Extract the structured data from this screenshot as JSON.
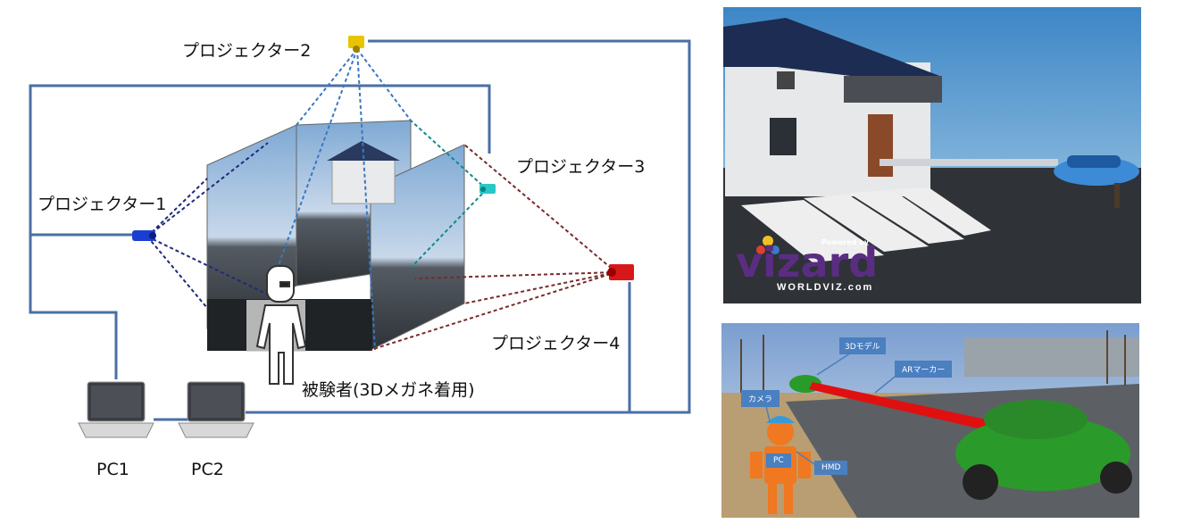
{
  "diagram": {
    "projectors": [
      "プロジェクター1",
      "プロジェクター2",
      "プロジェクター3",
      "プロジェクター4"
    ],
    "subject_label": "被験者(3Dメガネ着用)",
    "pcs": [
      "PC1",
      "PC2"
    ]
  },
  "vizard_panel": {
    "powered_by": "Powered by",
    "logo": "vizard",
    "company": "WORLDVIZ.com"
  },
  "ar_panel": {
    "labels": [
      "3Dモデル",
      "ARマーカー",
      "カメラ",
      "PC",
      "HMD"
    ]
  },
  "colors": {
    "cable": "#4a6fa5",
    "projector1": "#1a3fd0",
    "projector2": "#e8c400",
    "projector3": "#28c8c8",
    "projector4": "#d81818",
    "ar_callout": "#4a7fc0",
    "person": "#f07820",
    "car": "#2a9a2a"
  }
}
